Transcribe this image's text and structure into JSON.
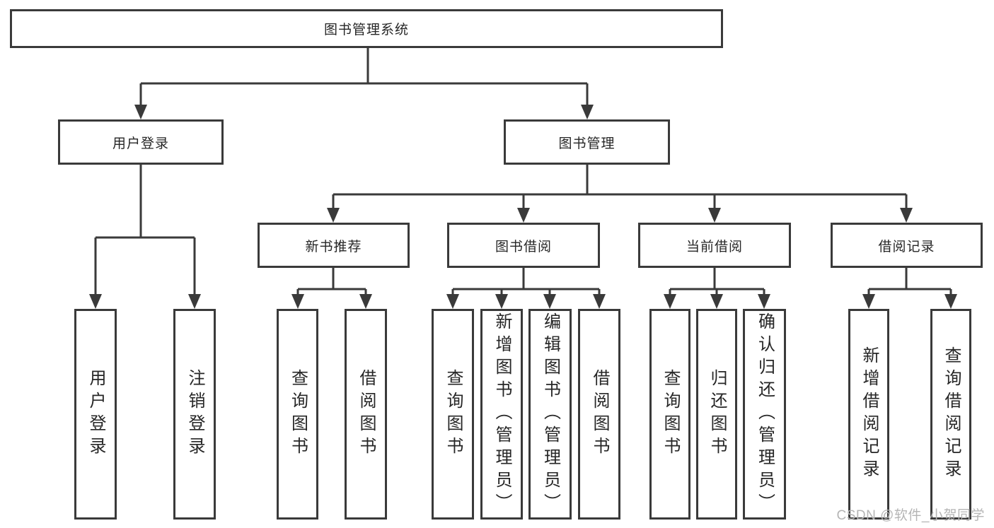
{
  "colors": {
    "line": "#3a3a3a",
    "text": "#262626",
    "watermark": "#b5b5b5",
    "background": "#ffffff"
  },
  "watermark": {
    "text": "CSDN @软件_小贺同学"
  },
  "nodes": {
    "root": {
      "label": "图书管理系统"
    },
    "user_login": {
      "label": "用户登录",
      "leaves": [
        {
          "label": "用户登录"
        },
        {
          "label": "注销登录"
        }
      ]
    },
    "book_management": {
      "label": "图书管理",
      "sections": [
        {
          "label": "新书推荐",
          "leaves": [
            {
              "label": "查询图书"
            },
            {
              "label": "借阅图书"
            }
          ]
        },
        {
          "label": "图书借阅",
          "leaves": [
            {
              "label": "查询图书"
            },
            {
              "label": "新增图书（管理员）"
            },
            {
              "label": "编辑图书（管理员）"
            },
            {
              "label": "借阅图书"
            }
          ]
        },
        {
          "label": "当前借阅",
          "leaves": [
            {
              "label": "查询图书"
            },
            {
              "label": "归还图书"
            },
            {
              "label": "确认归还（管理员）"
            }
          ]
        },
        {
          "label": "借阅记录",
          "leaves": [
            {
              "label": "新增借阅记录"
            },
            {
              "label": "查询借阅记录"
            }
          ]
        }
      ]
    }
  }
}
